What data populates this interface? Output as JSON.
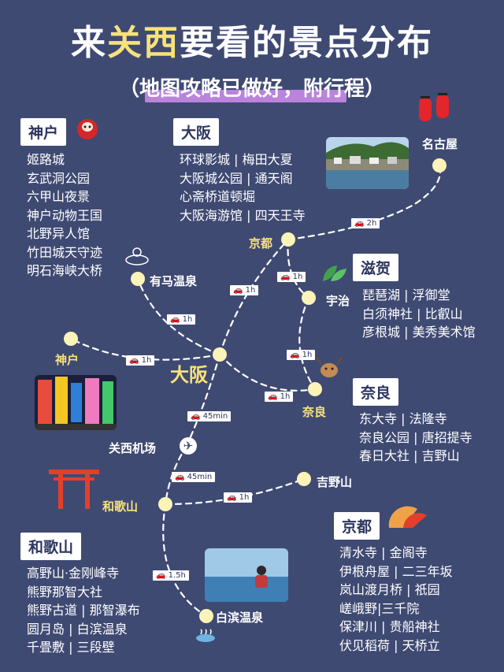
{
  "title": {
    "pre": "来",
    "highlight": "关西",
    "post": "要看的景点分布"
  },
  "subtitle": "（地图攻略已做好，附行程）",
  "regions": {
    "kobe": {
      "name": "神户",
      "spots": [
        "姬路城",
        "玄武洞公园",
        "六甲山夜景",
        "神户动物王国",
        "北野异人馆",
        "竹田城天守迹",
        "明石海峡大桥"
      ]
    },
    "osaka": {
      "name": "大阪",
      "spots": [
        "环球影城 | 梅田大夏",
        "大阪城公园 | 通天阁",
        "心斋桥道顿堀",
        "大阪海游馆 | 四天王寺"
      ]
    },
    "shiga": {
      "name": "滋贺",
      "spots": [
        "琵琶湖 | 浮御堂",
        "白须神社 | 比叡山",
        "彦根城 | 美秀美术馆"
      ]
    },
    "nara": {
      "name": "奈良",
      "spots": [
        "东大寺 | 法隆寺",
        "奈良公园 | 唐招提寺",
        "春日大社 | 吉野山"
      ]
    },
    "kyoto": {
      "name": "京都",
      "spots": [
        "清水寺 | 金阁寺",
        "伊根舟屋 | 二三年坂",
        "岚山渡月桥 | 祇园",
        "嵯峨野|三千院",
        "保津川 | 贵船神社",
        "伏见稻荷 | 天桥立"
      ]
    },
    "wakayama": {
      "name": "和歌山",
      "spots": [
        "高野山·金刚峰寺",
        "熊野那智大社",
        "熊野古道 | 那智瀑布",
        "圆月岛 | 白滨温泉",
        "千畳敷 | 三段壁"
      ]
    }
  },
  "map": {
    "nagoya": "名古屋",
    "kyoto": "京都",
    "uji": "宇治",
    "arima": "有马温泉",
    "kobe": "神户",
    "osaka": "大阪",
    "nara": "奈良",
    "kix": "关西机场",
    "yoshino": "吉野山",
    "wakayama": "和歌山",
    "shirahama": "白滨温泉"
  },
  "routes": {
    "kyoto_nagoya": "2h",
    "kyoto_uji": "1h",
    "osaka_kyoto": "1h",
    "osaka_arima": "1h",
    "osaka_kobe": "1h",
    "uji_nara": "1h",
    "osaka_nara": "1h",
    "osaka_kix": "45min",
    "kix_wakayama": "45min",
    "wakayama_yoshino": "1h",
    "wakayama_shirahama": "1.5h"
  },
  "icons": {
    "car": "car-icon",
    "plane": "plane-icon"
  },
  "colors": {
    "background": "#3f4a73",
    "accent": "#f7e27a",
    "dot": "#fbf3b7",
    "highlight_bar": "#c889e8"
  }
}
